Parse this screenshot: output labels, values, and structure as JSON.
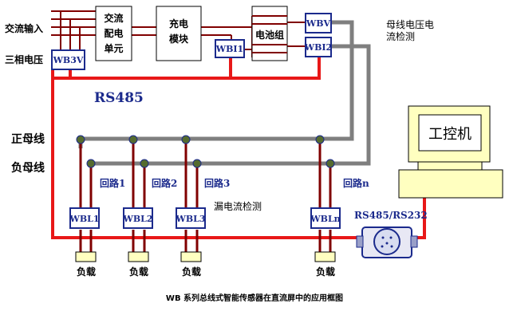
{
  "labels": {
    "ac_input": "交流输入",
    "three_phase": "三相电压",
    "rectifier": [
      "交流",
      "配电",
      "单元"
    ],
    "charger": [
      "充电",
      "模块"
    ],
    "battery": "电池组",
    "bus_detect": [
      "母线电压电",
      "流检测"
    ],
    "rs485": "RS485",
    "pos_bus": "正母线",
    "neg_bus": "负母线",
    "leak_detect": "漏电流检测",
    "ipc": "工控机",
    "converter": "RS485/RS232",
    "load": "负载",
    "caption": "WB 系列总线式智能传感器在直流屏中的应用框图"
  },
  "sensors": {
    "wb3v": "WB3V",
    "wbi1": "WBI1",
    "wbv": "WBV",
    "wbi2": "WBI2"
  },
  "branches": [
    {
      "circuit": "回路1",
      "sensor": "WBL1"
    },
    {
      "circuit": "回路2",
      "sensor": "WBL2"
    },
    {
      "circuit": "回路3",
      "sensor": "WBL3"
    },
    {
      "circuit": "回路n",
      "sensor": "WBLn"
    }
  ],
  "colors": {
    "power": "#800000",
    "comm": "#e81818",
    "bus": "#7f7f7f",
    "sensor_border": "#1b2a8c",
    "ipc_fill": "#ffffc0",
    "load_fill": "#ffffc0"
  }
}
